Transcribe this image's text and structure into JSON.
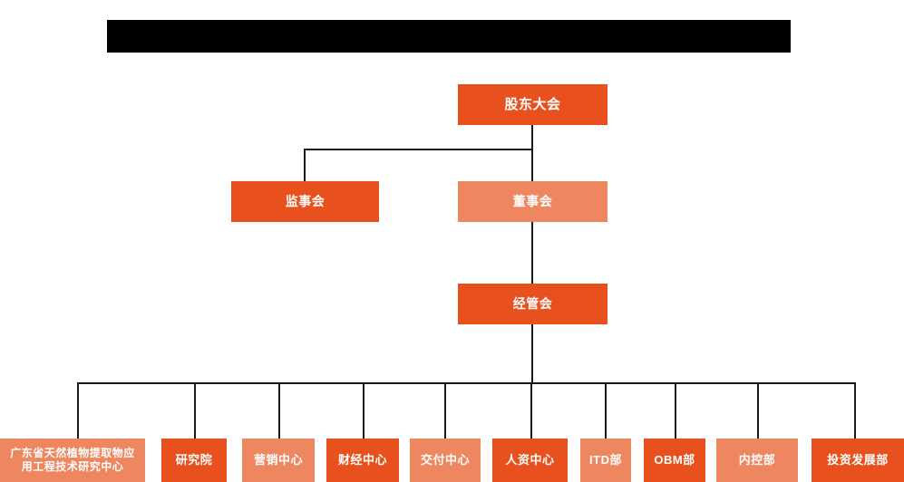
{
  "diagram": {
    "title_bar": {
      "name": "redacted-title-bar",
      "text": ""
    },
    "palette": {
      "dark_orange": "#e8511e",
      "light_orange": "#ee8760",
      "connector": "#1a1a1a",
      "background": "#ffffff",
      "redaction": "#000000",
      "text": "#ffffff"
    },
    "levels": [
      {
        "level": 1,
        "nodes": [
          {
            "id": "shareholders-meeting",
            "label": "股东大会",
            "color": "dark"
          }
        ]
      },
      {
        "level": 2,
        "nodes": [
          {
            "id": "board-of-supervisors",
            "label": "监事会",
            "color": "dark"
          },
          {
            "id": "board-of-directors",
            "label": "董事会",
            "color": "light"
          }
        ]
      },
      {
        "level": 3,
        "nodes": [
          {
            "id": "management-committee",
            "label": "经管会",
            "color": "dark"
          }
        ]
      },
      {
        "level": 4,
        "nodes": [
          {
            "id": "engineering-research-center",
            "label_line1": "广东省天然植物提取物应",
            "label_line2": "用工程技术研究中心",
            "color": "light"
          },
          {
            "id": "research-institute",
            "label": "研究院",
            "color": "dark"
          },
          {
            "id": "marketing-center",
            "label": "营销中心",
            "color": "light"
          },
          {
            "id": "finance-center",
            "label": "财经中心",
            "color": "dark"
          },
          {
            "id": "delivery-center",
            "label": "交付中心",
            "color": "light"
          },
          {
            "id": "hr-center",
            "label": "人资中心",
            "color": "dark"
          },
          {
            "id": "itd-department",
            "label": "ITD部",
            "color": "light"
          },
          {
            "id": "obm-department",
            "label": "OBM部",
            "color": "dark"
          },
          {
            "id": "internal-control-department",
            "label": "内控部",
            "color": "light"
          },
          {
            "id": "investment-development-department",
            "label": "投资发展部",
            "color": "dark"
          }
        ]
      }
    ]
  }
}
